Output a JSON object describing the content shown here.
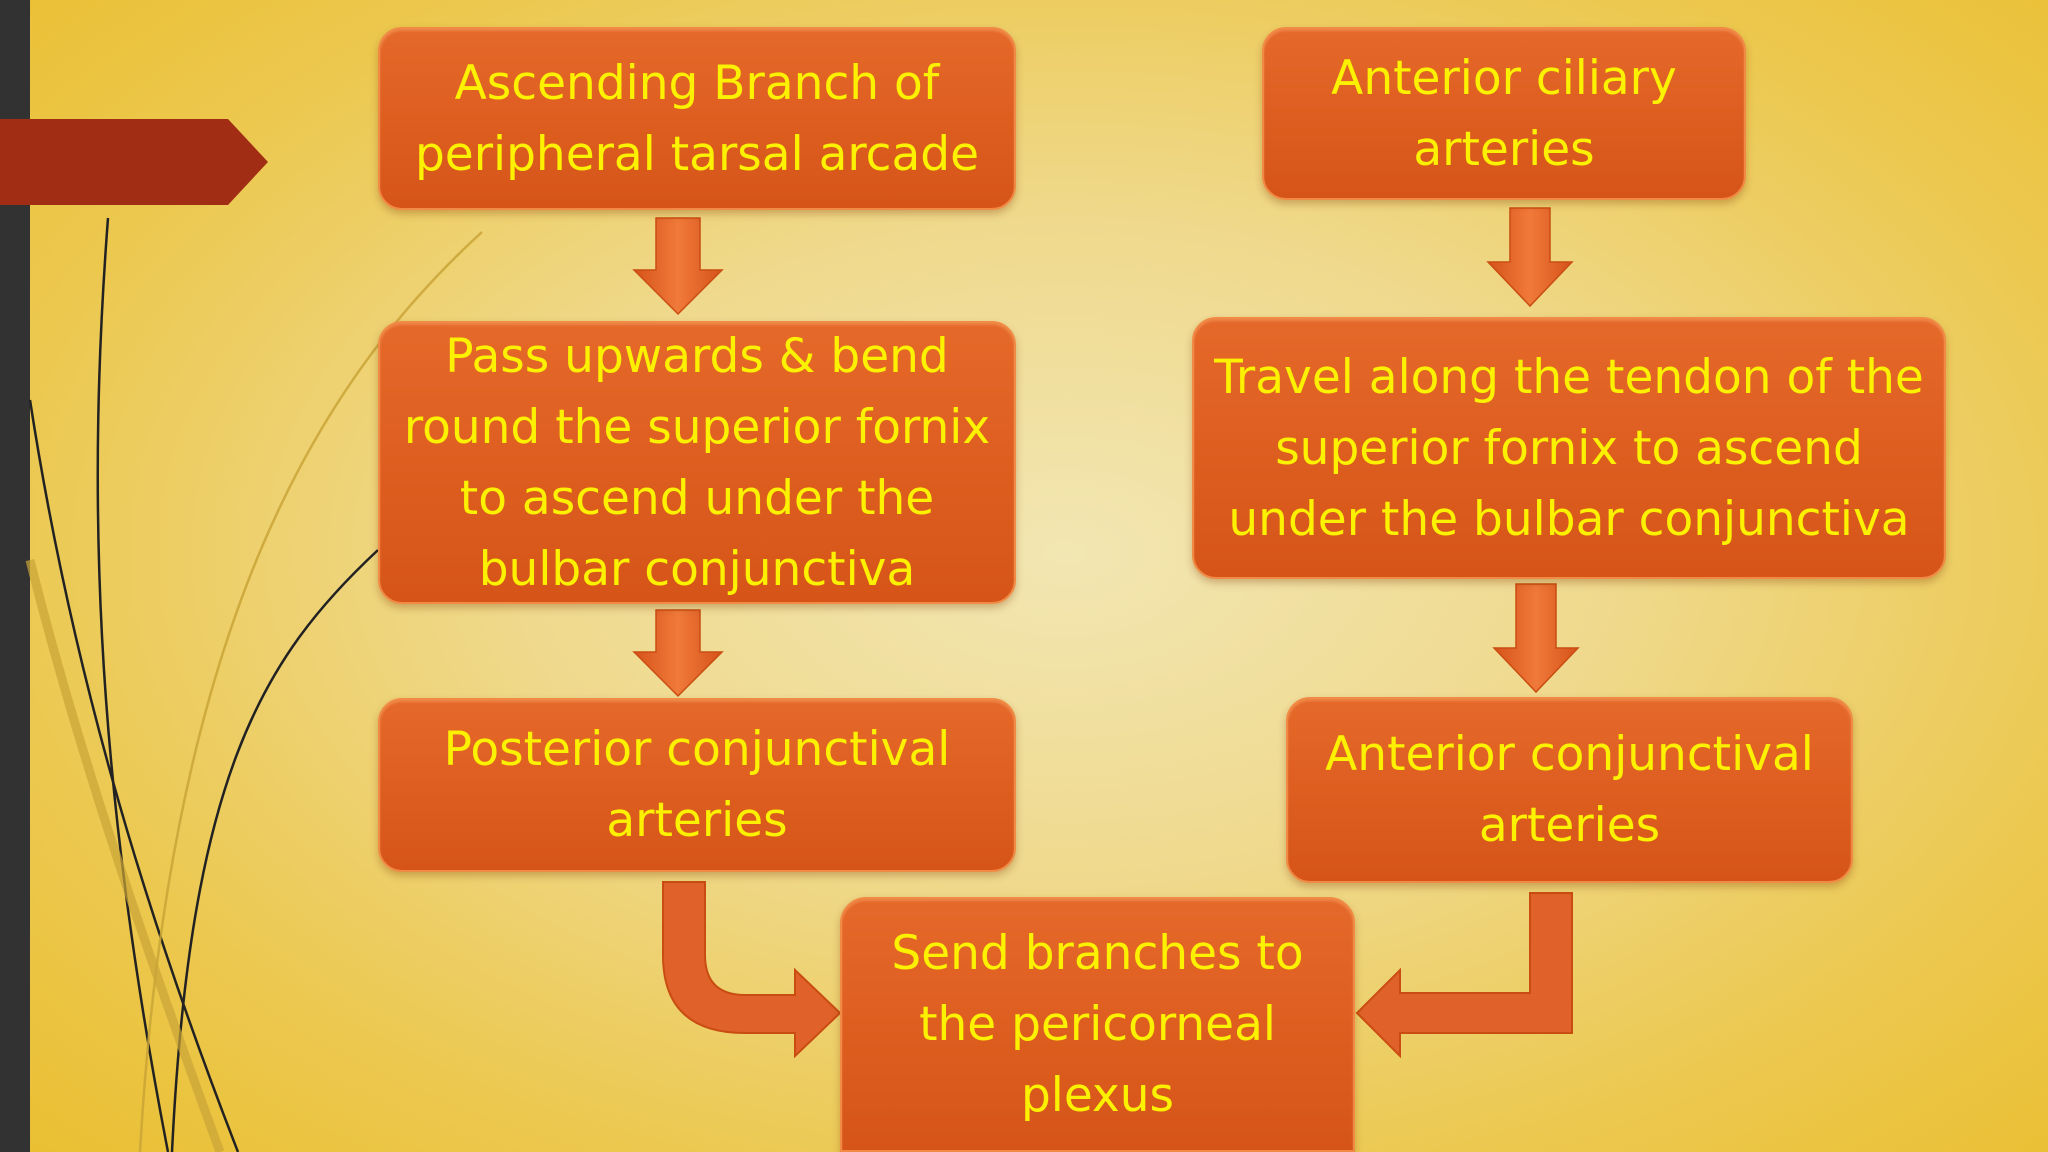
{
  "colors": {
    "box_fill": "#dd5d1f",
    "box_text": "#fbf100",
    "arrow_fill": "#e0622a",
    "tab_red": "#a22d15",
    "left_bar": "#333232"
  },
  "flow": {
    "left": [
      "Ascending Branch of peripheral tarsal arcade",
      "Pass upwards & bend round the superior fornix to ascend under the bulbar conjunctiva",
      "Posterior conjunctival arteries"
    ],
    "right": [
      "Anterior ciliary arteries",
      "Travel along the tendon of the superior fornix to ascend under the bulbar conjunctiva",
      "Anterior conjunctival arteries"
    ],
    "merge": "Send branches to the pericorneal plexus"
  }
}
